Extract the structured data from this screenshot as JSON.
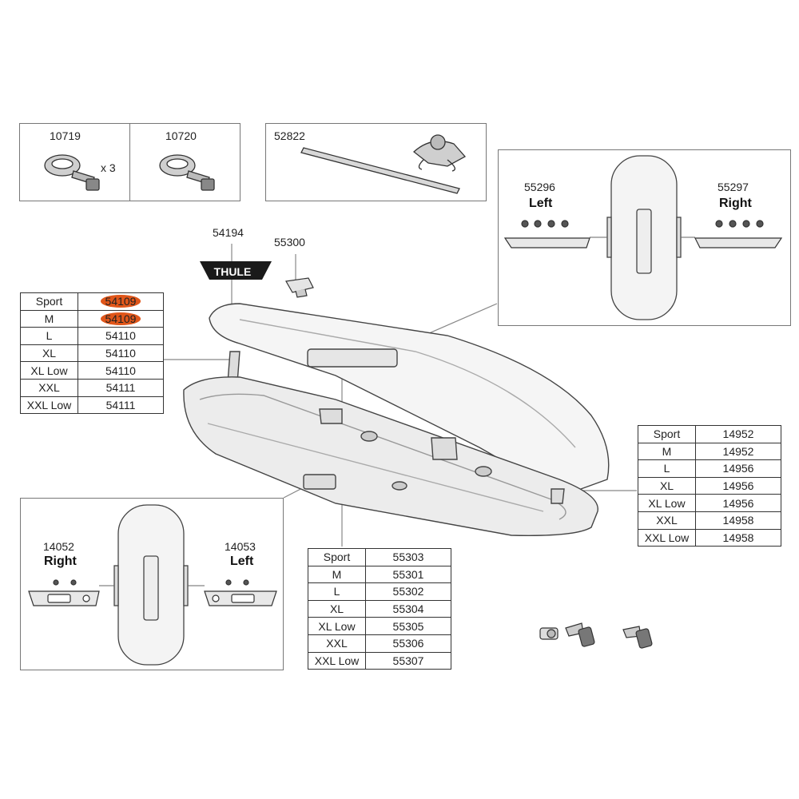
{
  "kits": {
    "strap1": {
      "part": "10719",
      "qty": "x 3"
    },
    "strap2": {
      "part": "10720"
    },
    "rail": {
      "part": "52822"
    },
    "emblem": {
      "part": "54194",
      "logo_text": "THULE"
    },
    "clip": {
      "part": "55300"
    }
  },
  "handles_top": {
    "left": {
      "part": "55296",
      "side": "Left"
    },
    "right": {
      "part": "55297",
      "side": "Right"
    }
  },
  "handles_bottom": {
    "right": {
      "part": "14052",
      "side": "Right"
    },
    "left": {
      "part": "14053",
      "side": "Left"
    }
  },
  "table_lid": {
    "rows": [
      {
        "size": "Sport",
        "part": "54109",
        "highlight": true
      },
      {
        "size": "M",
        "part": "54109",
        "highlight": true
      },
      {
        "size": "L",
        "part": "54110"
      },
      {
        "size": "XL",
        "part": "54110"
      },
      {
        "size": "XL Low",
        "part": "54110"
      },
      {
        "size": "XXL",
        "part": "54111"
      },
      {
        "size": "XXL Low",
        "part": "54111"
      }
    ]
  },
  "table_rail": {
    "rows": [
      {
        "size": "Sport",
        "part": "14952"
      },
      {
        "size": "M",
        "part": "14952"
      },
      {
        "size": "L",
        "part": "14956"
      },
      {
        "size": "XL",
        "part": "14956"
      },
      {
        "size": "XL Low",
        "part": "14956"
      },
      {
        "size": "XXL",
        "part": "14958"
      },
      {
        "size": "XXL Low",
        "part": "14958"
      }
    ]
  },
  "table_mount": {
    "rows": [
      {
        "size": "Sport",
        "part": "55303"
      },
      {
        "size": "M",
        "part": "55301"
      },
      {
        "size": "L",
        "part": "55302"
      },
      {
        "size": "XL",
        "part": "55304"
      },
      {
        "size": "XL Low",
        "part": "55305"
      },
      {
        "size": "XXL",
        "part": "55306"
      },
      {
        "size": "XXL Low",
        "part": "55307"
      }
    ]
  },
  "colors": {
    "highlight": "#e0561a",
    "line": "#777777",
    "text": "#222222"
  }
}
